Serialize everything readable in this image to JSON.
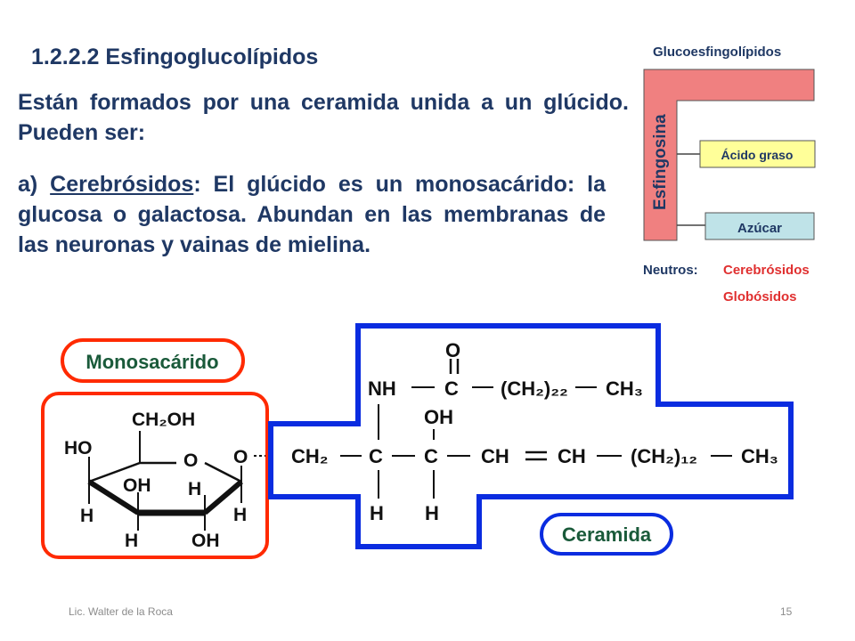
{
  "slide": {
    "title": "1.2.2.2 Esfingoglucolípidos",
    "intro": "Están formados por una ceramida unida a un glúcido. Pueden ser:",
    "item_a": {
      "prefix": "a) ",
      "term": "Cerebrósidos",
      "text": ": El glúcido es un monosacárido: la glucosa o galactosa. Abundan en las membranas de las neuronas y vainas de mielina."
    }
  },
  "scheme": {
    "title": "Glucoesfingolípidos",
    "backbone": "Esfingosina",
    "fatty_acid": "Ácido graso",
    "sugar": "Azúcar",
    "neutral_label": "Neutros:",
    "neutral_types": [
      "Cerebrósidos",
      "Globósidos"
    ]
  },
  "structure": {
    "sugar_label": "Monosacárido",
    "ceramide_label": "Ceramida",
    "ring": {
      "ch2oh": "CH₂OH",
      "ho": "HO",
      "o_ring": "O",
      "oh_inner": "OH",
      "h_inner": "H",
      "h_left": "H",
      "h_right": "H",
      "h_bottom": "H",
      "oh_bottom": "OH",
      "o_link": "O"
    },
    "chain": {
      "ch2": "CH₂",
      "c1": "C",
      "c2": "C",
      "ch_a": "CH",
      "ch_b": "CH",
      "ch2_12": "(CH₂)₁₂",
      "ch3": "CH₃",
      "h1": "H",
      "h2": "H",
      "oh": "OH",
      "nh": "NH",
      "c_carbonyl": "C",
      "o_carbonyl": "O",
      "ch2_22": "(CH₂)₂₂",
      "ch3_top": "CH₃"
    }
  },
  "footer": {
    "author": "Lic. Walter de la Roca",
    "page": "15"
  },
  "colors": {
    "text_dark_blue": "#1f3864",
    "scheme_pink": "#f08080",
    "scheme_yellow": "#ffff99",
    "scheme_teal": "#bfe3e8",
    "red_text": "#e03030",
    "red_frame": "#ff2a00",
    "blue_frame": "#0a2ce0",
    "label_green": "#1a5a3a"
  }
}
